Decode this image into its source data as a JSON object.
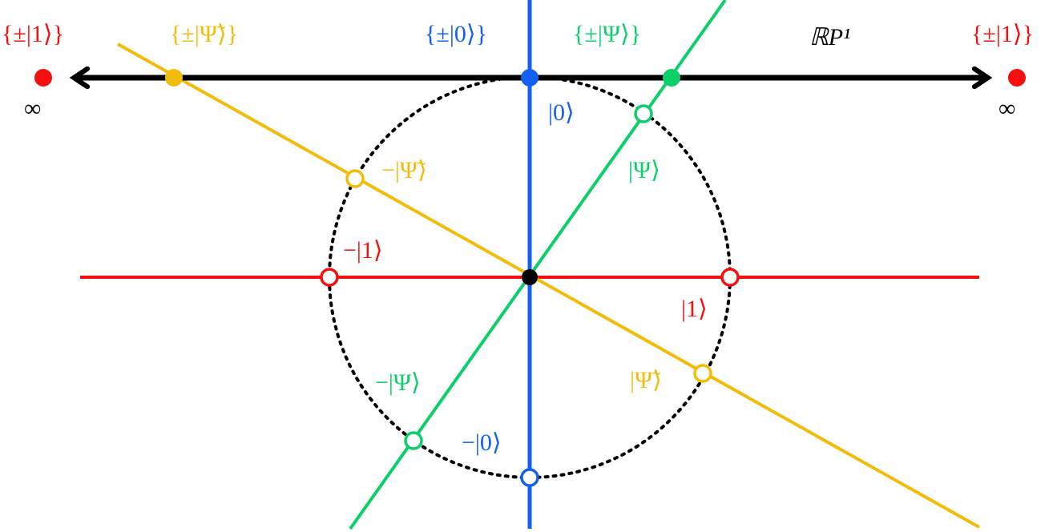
{
  "colors": {
    "red": "#f50f0f",
    "blue": "#1160f0",
    "green": "#0ccf6a",
    "yellow": "#f2bd0a",
    "black": "#000000"
  },
  "labels": {
    "rp1": "ℝP¹",
    "set_one_left": "{±|1⟩}",
    "set_one_right": "{±|1⟩}",
    "set_psitilde": "{±|Ψ̃⟩}",
    "set_zero": "{±|0⟩}",
    "set_psi": "{±|Ψ⟩}",
    "inf_left": "∞",
    "inf_right": "∞",
    "ket0": "|0⟩",
    "ket_psi": "|Ψ⟩",
    "neg_ket_psitilde": "−|Ψ̃⟩",
    "neg_ket1": "−|1⟩",
    "ket1": "|1⟩",
    "ket_psitilde": "|Ψ̃⟩",
    "neg_ket_psi": "−|Ψ⟩",
    "neg_ket0": "−|0⟩"
  }
}
